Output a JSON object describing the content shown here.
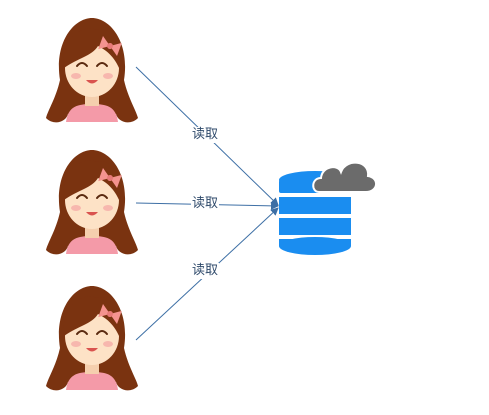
{
  "diagram": {
    "nodes": [
      {
        "id": "user-1",
        "kind": "user",
        "icon": "girl-avatar-icon"
      },
      {
        "id": "user-2",
        "kind": "user",
        "icon": "girl-avatar-icon"
      },
      {
        "id": "user-3",
        "kind": "user",
        "icon": "girl-avatar-icon"
      },
      {
        "id": "database",
        "kind": "datastore",
        "icon": "cloud-database-icon"
      }
    ],
    "edges": [
      {
        "from": "user-1",
        "to": "database",
        "label": "读取"
      },
      {
        "from": "user-2",
        "to": "database",
        "label": "读取"
      },
      {
        "from": "user-3",
        "to": "database",
        "label": "读取"
      }
    ]
  },
  "colors": {
    "edge": "#3d6fa5",
    "database": "#1a8df0",
    "cloud": "#6b6b6b",
    "hair": "#7a3310",
    "skin": "#fde2c6",
    "shirt": "#f49aa8",
    "bow": "#f4938f"
  }
}
